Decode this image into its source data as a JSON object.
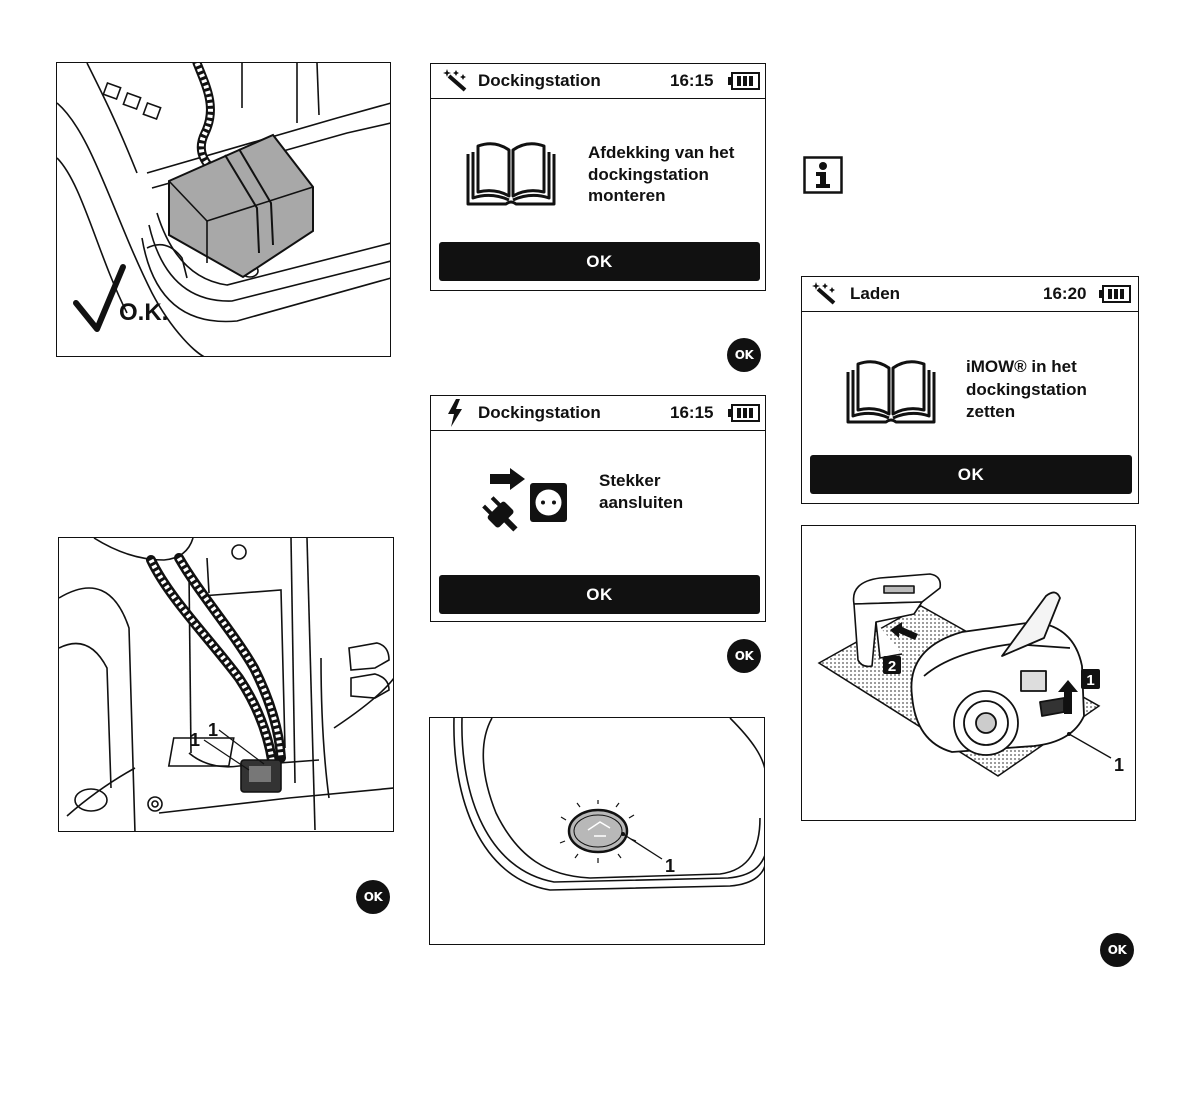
{
  "figures": {
    "cover_check": {
      "ok_mark": "O.K."
    },
    "cable_connection": {
      "labels": [
        "1",
        "1"
      ]
    },
    "status_led": {
      "label": "1"
    },
    "mower_docking": {
      "badges": [
        "2",
        "1"
      ],
      "label": "1"
    }
  },
  "screens": [
    {
      "icon": "wand-icon",
      "title": "Dockingstation",
      "time": "16:15",
      "pictogram": "manual-book-icon",
      "message": [
        "Afdekking van het",
        "dockingstation",
        "monteren"
      ],
      "button": "OK"
    },
    {
      "icon": "lightning-icon",
      "title": "Dockingstation",
      "time": "16:15",
      "pictogram": "plug-socket-icon",
      "message": [
        "Stekker",
        "aansluiten"
      ],
      "button": "OK"
    },
    {
      "icon": "wand-icon",
      "title": "Laden",
      "time": "16:20",
      "pictogram": "manual-book-icon",
      "message": [
        "iMOW® in het",
        "dockingstation",
        "zetten"
      ],
      "button": "OK"
    }
  ],
  "ok_keys": [
    "OK",
    "OK",
    "OK",
    "OK"
  ],
  "info_icon": "info-icon",
  "colors": {
    "ink": "#111111",
    "paper": "#ffffff",
    "connector_gray": "#a8a8a8",
    "led_gray": "#b8b8b8"
  }
}
